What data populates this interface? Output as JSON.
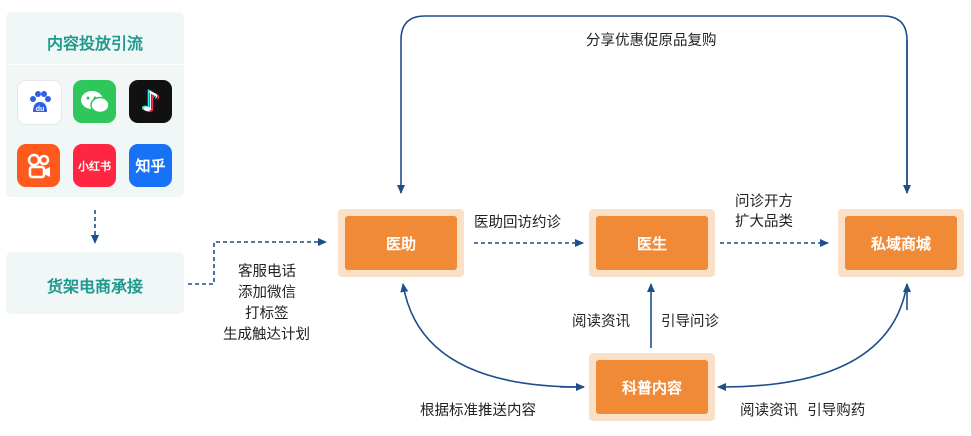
{
  "left_panel": {
    "title": "内容投放引流",
    "apps": [
      {
        "icon": "baidu-icon",
        "text": "du",
        "color": "#ffffff"
      },
      {
        "icon": "wechat-icon",
        "text": "",
        "color": "#2fc75c"
      },
      {
        "icon": "douyin-icon",
        "text": "♪",
        "color": "#111111"
      },
      {
        "icon": "kuaishou-icon",
        "text": "",
        "color": "#fe5a1e"
      },
      {
        "icon": "xiaohongshu-icon",
        "text": "小红书",
        "color": "#ff2642"
      },
      {
        "icon": "zhihu-icon",
        "text": "知乎",
        "color": "#1772f6"
      }
    ]
  },
  "shelf_panel": {
    "title": "货架电商承接"
  },
  "nodes": {
    "assistant": "医助",
    "doctor": "医生",
    "mall": "私域商城",
    "content": "科普内容"
  },
  "labels": {
    "top_loop": "分享优惠促原品复购",
    "assistant_to_doctor": "医助回访约诊",
    "doctor_to_mall_1": "问诊开方",
    "doctor_to_mall_2": "扩大品类",
    "shelf_to_assistant": [
      "客服电话",
      "添加微信",
      "打标签",
      "生成触达计划"
    ],
    "content_to_doctor_read": "阅读资讯",
    "content_to_doctor_guide": "引导问诊",
    "push_content": "根据标准推送内容",
    "mall_bottom": "阅读资讯  引导购药"
  },
  "colors": {
    "arrow": "#1f4e8c",
    "node": "#f08a36",
    "node_border": "#fbe0c8",
    "panel_title": "#1f9a8f",
    "panel_bg": "#f1f6f6"
  }
}
